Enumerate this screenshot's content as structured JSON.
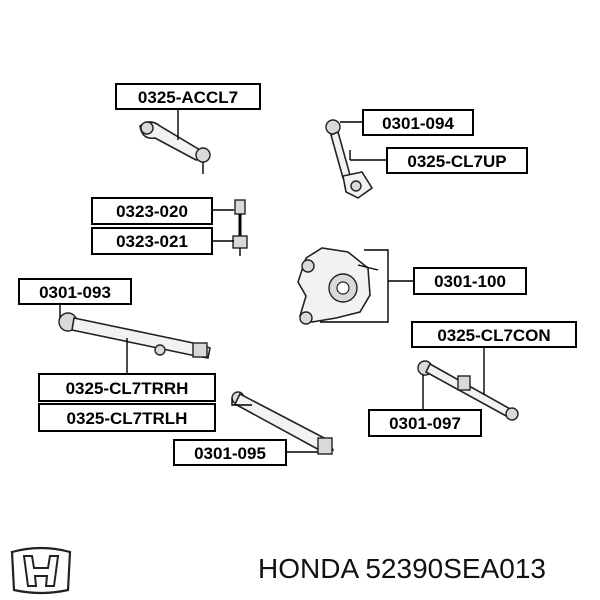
{
  "labels": {
    "accl7": "0325-ACCL7",
    "p094": "0301-094",
    "cl7up": "0325-CL7UP",
    "p020": "0323-020",
    "p021": "0323-021",
    "p100": "0301-100",
    "p093": "0301-093",
    "cl7con": "0325-CL7CON",
    "cl7trrh": "0325-CL7TRRH",
    "cl7trlh": "0325-CL7TRLH",
    "p097": "0301-097",
    "p095": "0301-095"
  },
  "footer": {
    "text": "HONDA 52390SEA013",
    "logo_icon": "honda-h-logo-icon"
  }
}
